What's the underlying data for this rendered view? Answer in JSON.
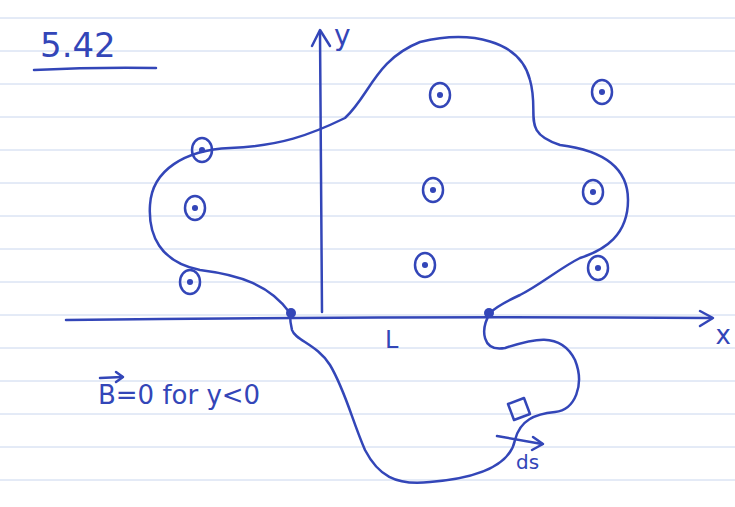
{
  "diagram": {
    "title": "5.42",
    "labels": [
      "y",
      "x",
      "L",
      "B=0 for y<0",
      "ds"
    ]
  }
}
